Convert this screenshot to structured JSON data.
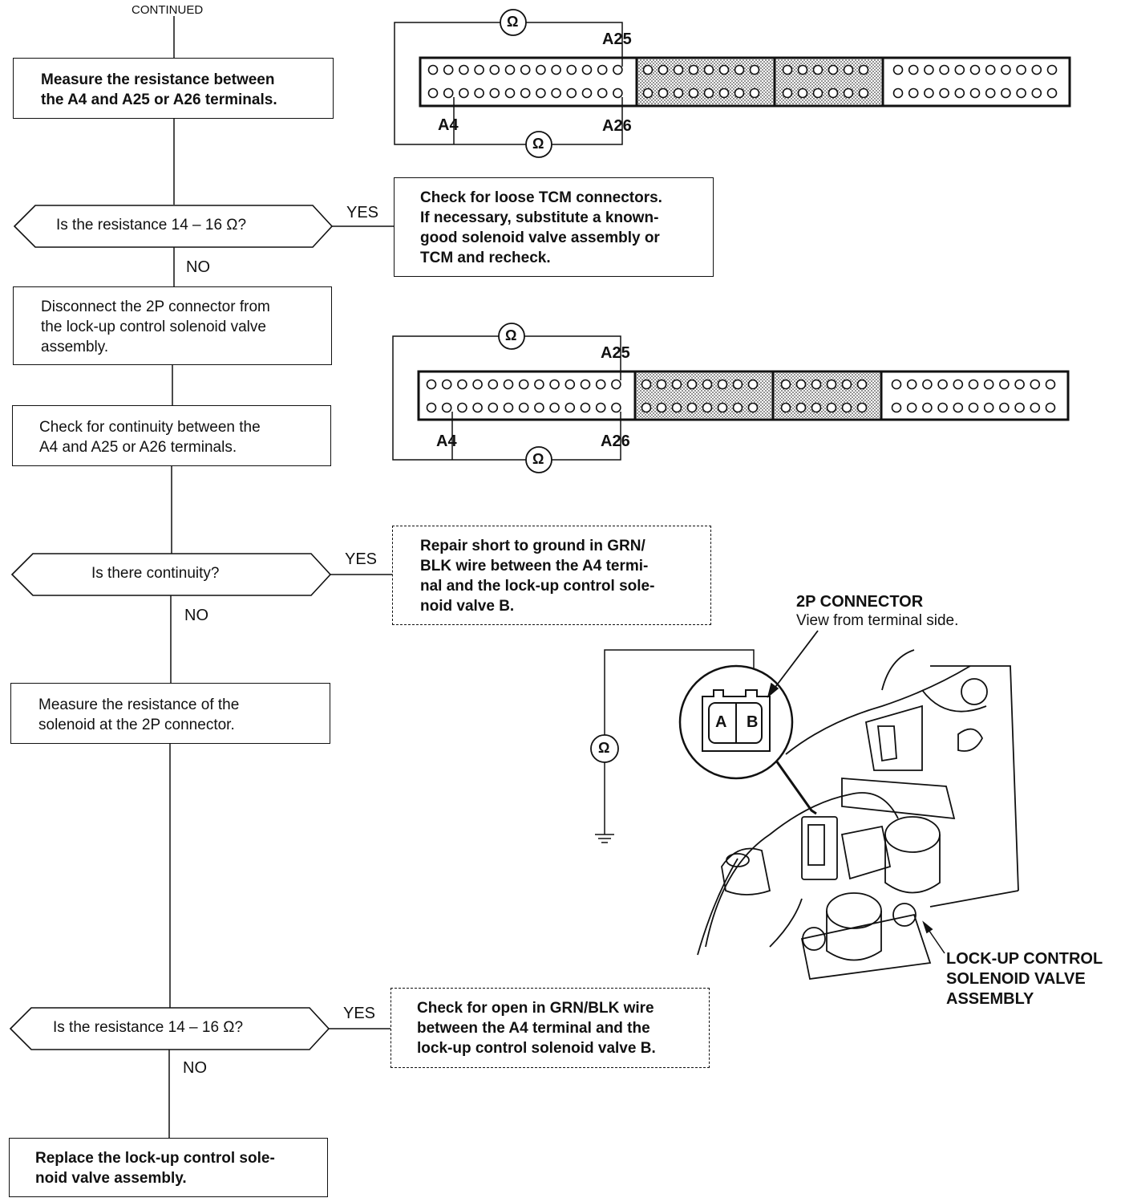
{
  "header": {
    "continued": "CONTINUED"
  },
  "steps": {
    "measure_1": [
      "Measure the resistance between",
      "the A4 and A25 or A26 terminals."
    ],
    "decision_1": "Is the resistance 14 – 16 Ω?",
    "result_1": [
      "Check for loose TCM connectors.",
      "If necessary, substitute a known-",
      "good solenoid valve assembly or",
      "TCM and recheck."
    ],
    "disconnect": [
      "Disconnect the 2P connector from",
      "the lock-up control solenoid valve",
      "assembly."
    ],
    "continuity": [
      "Check for continuity between the",
      "A4 and A25 or A26 terminals."
    ],
    "decision_2": "Is there continuity?",
    "result_2": [
      "Repair short to ground in GRN/",
      "BLK wire between the A4 termi-",
      "nal and the lock-up control sole-",
      "noid valve B."
    ],
    "measure_2": [
      "Measure the resistance of the",
      "solenoid at the 2P connector."
    ],
    "decision_3": "Is the resistance 14 – 16 Ω?",
    "result_3": [
      "Check for open in GRN/BLK wire",
      "between the A4 terminal and the",
      "lock-up control solenoid valve B."
    ],
    "final": [
      "Replace the lock-up control sole-",
      "noid valve assembly."
    ]
  },
  "answers": {
    "yes": "YES",
    "no": "NO"
  },
  "connector_labels": {
    "a25": "A25",
    "a4": "A4",
    "a26": "A26",
    "ohm": "Ω"
  },
  "connector_2p": {
    "title": "2P CONNECTOR",
    "subtitle": "View from terminal side.",
    "pin_a": "A",
    "pin_b": "B"
  },
  "solenoid_label": [
    "LOCK-UP CONTROL",
    "SOLENOID VALVE",
    "ASSEMBLY"
  ],
  "icons": [
    "ohmmeter-icon",
    "ground-icon"
  ]
}
